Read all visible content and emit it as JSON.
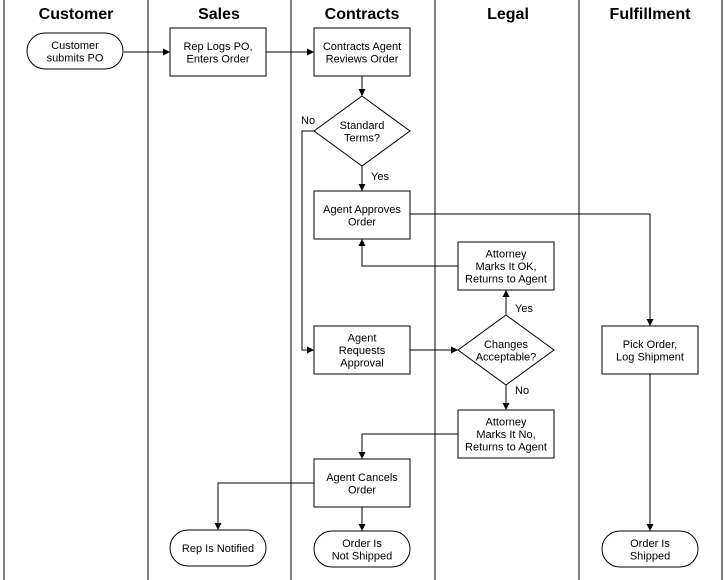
{
  "lanes": [
    {
      "id": "customer",
      "title": "Customer"
    },
    {
      "id": "sales",
      "title": "Sales"
    },
    {
      "id": "contracts",
      "title": "Contracts"
    },
    {
      "id": "legal",
      "title": "Legal"
    },
    {
      "id": "fulfillment",
      "title": "Fulfillment"
    }
  ],
  "nodes": [
    {
      "id": "customer-submits-po",
      "shape": "terminator",
      "lines": [
        "Customer",
        "submits PO"
      ]
    },
    {
      "id": "rep-logs-po",
      "shape": "process",
      "lines": [
        "Rep Logs PO,",
        "Enters Order"
      ]
    },
    {
      "id": "contracts-agent-reviews",
      "shape": "process",
      "lines": [
        "Contracts Agent",
        "Reviews Order"
      ]
    },
    {
      "id": "standard-terms",
      "shape": "decision",
      "lines": [
        "Standard",
        "Terms?"
      ]
    },
    {
      "id": "agent-approves-order",
      "shape": "process",
      "lines": [
        "Agent Approves",
        "Order"
      ]
    },
    {
      "id": "attorney-marks-ok",
      "shape": "process",
      "lines": [
        "Attorney",
        "Marks It OK,",
        "Returns to Agent"
      ]
    },
    {
      "id": "agent-requests-approval",
      "shape": "process",
      "lines": [
        "Agent",
        "Requests",
        "Approval"
      ]
    },
    {
      "id": "changes-acceptable",
      "shape": "decision",
      "lines": [
        "Changes",
        "Acceptable?"
      ]
    },
    {
      "id": "pick-order",
      "shape": "process",
      "lines": [
        "Pick Order,",
        "Log Shipment"
      ]
    },
    {
      "id": "attorney-marks-no",
      "shape": "process",
      "lines": [
        "Attorney",
        "Marks It No,",
        "Returns to Agent"
      ]
    },
    {
      "id": "agent-cancels-order",
      "shape": "process",
      "lines": [
        "Agent Cancels",
        "Order"
      ]
    },
    {
      "id": "rep-is-notified",
      "shape": "terminator",
      "lines": [
        "Rep Is Notified"
      ]
    },
    {
      "id": "order-not-shipped",
      "shape": "terminator",
      "lines": [
        "Order Is",
        "Not Shipped"
      ]
    },
    {
      "id": "order-shipped",
      "shape": "terminator",
      "lines": [
        "Order Is",
        "Shipped"
      ]
    }
  ],
  "edges": [
    {
      "id": "e1",
      "from": "customer-submits-po",
      "to": "rep-logs-po",
      "label": ""
    },
    {
      "id": "e2",
      "from": "rep-logs-po",
      "to": "contracts-agent-reviews",
      "label": ""
    },
    {
      "id": "e3",
      "from": "contracts-agent-reviews",
      "to": "standard-terms",
      "label": ""
    },
    {
      "id": "e4",
      "from": "standard-terms",
      "to": "agent-approves-order",
      "label": "Yes"
    },
    {
      "id": "e5",
      "from": "standard-terms",
      "to": "agent-requests-approval",
      "label": "No"
    },
    {
      "id": "e6",
      "from": "agent-approves-order",
      "to": "pick-order",
      "label": ""
    },
    {
      "id": "e7",
      "from": "agent-requests-approval",
      "to": "changes-acceptable",
      "label": ""
    },
    {
      "id": "e8",
      "from": "changes-acceptable",
      "to": "attorney-marks-ok",
      "label": "Yes"
    },
    {
      "id": "e9",
      "from": "attorney-marks-ok",
      "to": "agent-approves-order",
      "label": ""
    },
    {
      "id": "e10",
      "from": "changes-acceptable",
      "to": "attorney-marks-no",
      "label": "No"
    },
    {
      "id": "e11",
      "from": "attorney-marks-no",
      "to": "agent-cancels-order",
      "label": ""
    },
    {
      "id": "e12",
      "from": "agent-cancels-order",
      "to": "rep-is-notified",
      "label": ""
    },
    {
      "id": "e13",
      "from": "agent-cancels-order",
      "to": "order-not-shipped",
      "label": ""
    },
    {
      "id": "e14",
      "from": "pick-order",
      "to": "order-shipped",
      "label": ""
    }
  ]
}
